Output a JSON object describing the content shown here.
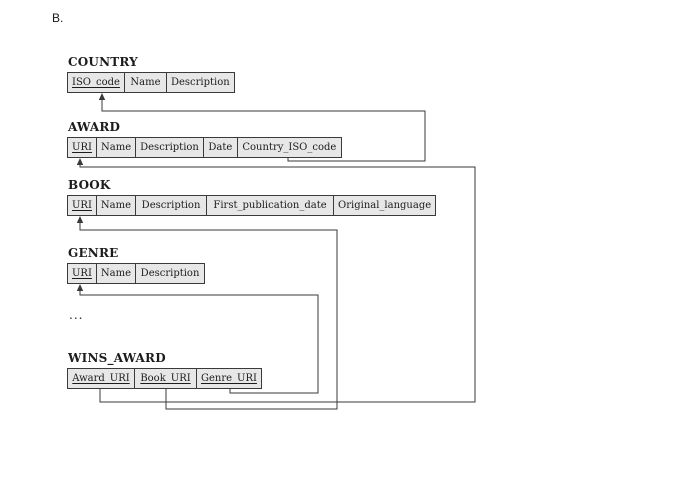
{
  "figure_label": "B.",
  "ellipsis": "...",
  "colors": {
    "cell_fill": "#e7e7e7",
    "line": "#3a3a3a",
    "text": "#1c1c1c",
    "background": "#ffffff"
  },
  "tables": [
    {
      "name": "COUNTRY",
      "columns": [
        {
          "label": "ISO_code",
          "primary_key": true
        },
        {
          "label": "Name",
          "primary_key": false
        },
        {
          "label": "Description",
          "primary_key": false
        }
      ]
    },
    {
      "name": "AWARD",
      "columns": [
        {
          "label": "URI",
          "primary_key": true
        },
        {
          "label": "Name",
          "primary_key": false
        },
        {
          "label": "Description",
          "primary_key": false
        },
        {
          "label": "Date",
          "primary_key": false
        },
        {
          "label": "Country_ISO_code",
          "primary_key": false
        }
      ]
    },
    {
      "name": "BOOK",
      "columns": [
        {
          "label": "URI",
          "primary_key": true
        },
        {
          "label": "Name",
          "primary_key": false
        },
        {
          "label": "Description",
          "primary_key": false
        },
        {
          "label": "First_publication_date",
          "primary_key": false
        },
        {
          "label": "Original_language",
          "primary_key": false
        }
      ]
    },
    {
      "name": "GENRE",
      "columns": [
        {
          "label": "URI",
          "primary_key": true
        },
        {
          "label": "Name",
          "primary_key": false
        },
        {
          "label": "Description",
          "primary_key": false
        }
      ]
    },
    {
      "name": "WINS_AWARD",
      "columns": [
        {
          "label": "Award_URI",
          "primary_key": true
        },
        {
          "label": "Book_URI",
          "primary_key": true
        },
        {
          "label": "Genre_URI",
          "primary_key": true
        }
      ]
    }
  ],
  "connections": [
    {
      "from": "AWARD.Country_ISO_code",
      "to": "COUNTRY.ISO_code"
    },
    {
      "from": "WINS_AWARD.Award_URI",
      "to": "AWARD.URI"
    },
    {
      "from": "WINS_AWARD.Book_URI",
      "to": "BOOK.URI"
    },
    {
      "from": "WINS_AWARD.Genre_URI",
      "to": "GENRE.URI"
    }
  ]
}
